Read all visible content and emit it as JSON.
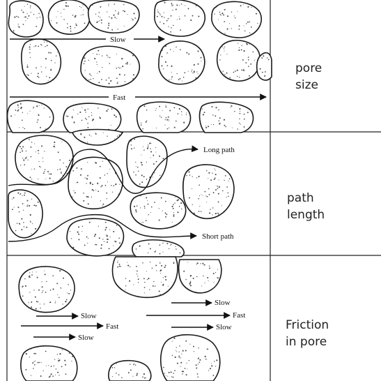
{
  "panels": [
    {
      "id": "pore-size",
      "label_line1": "pore",
      "label_line2": "size",
      "arrows": [
        {
          "text": "Slow"
        },
        {
          "text": "Fast"
        }
      ]
    },
    {
      "id": "path-length",
      "label_line1": "path",
      "label_line2": "length",
      "arrows": [
        {
          "text": "Long path"
        },
        {
          "text": "Short path"
        }
      ]
    },
    {
      "id": "friction-in-pore",
      "label_line1": "Friction",
      "label_line2": "in pore",
      "arrows": [
        {
          "text": "Slow"
        },
        {
          "text": "Fast"
        },
        {
          "text": "Slow"
        },
        {
          "text": "Slow"
        },
        {
          "text": "Fast"
        },
        {
          "text": "Slow"
        }
      ]
    }
  ]
}
